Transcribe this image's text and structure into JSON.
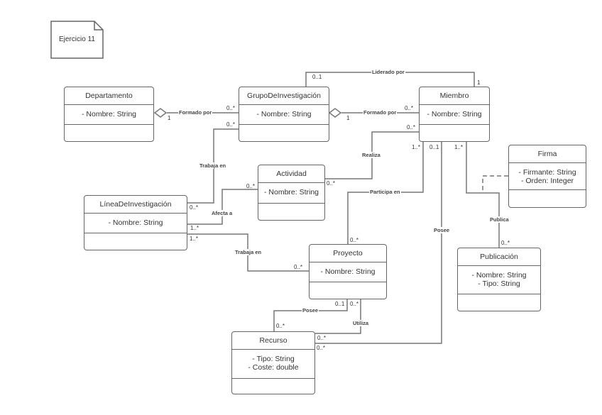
{
  "note": {
    "text": "Ejercicio 11"
  },
  "classes": {
    "departamento": {
      "name": "Departamento",
      "attributes": [
        "- Nombre: String"
      ]
    },
    "grupo": {
      "name": "GrupoDeInvestigación",
      "attributes": [
        "- Nombre: String"
      ]
    },
    "miembro": {
      "name": "Miembro",
      "attributes": [
        "- Nombre: String"
      ]
    },
    "linea": {
      "name": "LíneaDeInvestigación",
      "attributes": [
        "- Nombre: String"
      ]
    },
    "actividad": {
      "name": "Actividad",
      "attributes": [
        "- Nombre: String"
      ]
    },
    "firma": {
      "name": "Firma",
      "attributes": [
        "- Firmante: String",
        "- Orden: Integer"
      ]
    },
    "proyecto": {
      "name": "Proyecto",
      "attributes": [
        "- Nombre: String"
      ]
    },
    "publicacion": {
      "name": "Publicación",
      "attributes": [
        "- Nombre: String",
        "- Tipo: String"
      ]
    },
    "recurso": {
      "name": "Recurso",
      "attributes": [
        "- Tipo: String",
        "- Coste: double"
      ]
    }
  },
  "associations": {
    "dep_grupo": {
      "label": "Formado por",
      "m1": "1",
      "m2": "0..*"
    },
    "grupo_miembro": {
      "label": "Formado por",
      "m1": "1",
      "m2": "0..*"
    },
    "liderado": {
      "label": "Liderado por",
      "m1": "0..1",
      "m2": "1"
    },
    "grupo_linea": {
      "label": "Trabaja en",
      "m1": "0..*",
      "m2": "0..*"
    },
    "miembro_actividad": {
      "label": "Realiza",
      "m1": "0..*",
      "m2": "0..*"
    },
    "actividad_linea": {
      "label": "Afecta a",
      "m1": "0..*",
      "m2": "1..*"
    },
    "linea_proyecto": {
      "label": "Trabaja en",
      "m1": "1..*",
      "m2": "0..*"
    },
    "miembro_proyecto": {
      "label": "Participa en",
      "m1": "1..*",
      "m2": "0..*"
    },
    "miembro_recurso": {
      "label": "Posee",
      "m1": "0..1",
      "m2": "0..*"
    },
    "miembro_publicacion": {
      "label": "Publica",
      "m1": "1..*",
      "m2": "0..*"
    },
    "proyecto_recurso_posee": {
      "label": "Posee",
      "m1": "0..1",
      "m2": "0..*"
    },
    "proyecto_recurso_utiliza": {
      "label": "Utiliza",
      "m1": "0..*",
      "m2": "0..*"
    }
  }
}
